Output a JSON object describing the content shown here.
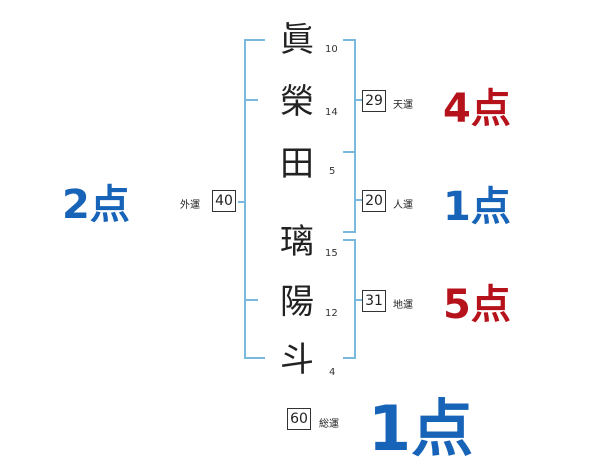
{
  "name_chars": [
    {
      "char": "眞",
      "strokes": "10"
    },
    {
      "char": "榮",
      "strokes": "14"
    },
    {
      "char": "田",
      "strokes": "5"
    },
    {
      "char": "璃",
      "strokes": "15"
    },
    {
      "char": "陽",
      "strokes": "12"
    },
    {
      "char": "斗",
      "strokes": "4"
    }
  ],
  "fortunes": {
    "tenun": {
      "label": "天運",
      "value": "29",
      "score": "4点"
    },
    "jinun": {
      "label": "人運",
      "value": "20",
      "score": "1点"
    },
    "chiun": {
      "label": "地運",
      "value": "31",
      "score": "5点"
    },
    "gaiun": {
      "label": "外運",
      "value": "40",
      "score": "2点"
    },
    "souun": {
      "label": "総運",
      "value": "60",
      "score": "1点"
    }
  },
  "colors": {
    "bracket": "#7ab8de",
    "score_red": "#b5121b",
    "score_blue": "#1763b8"
  }
}
